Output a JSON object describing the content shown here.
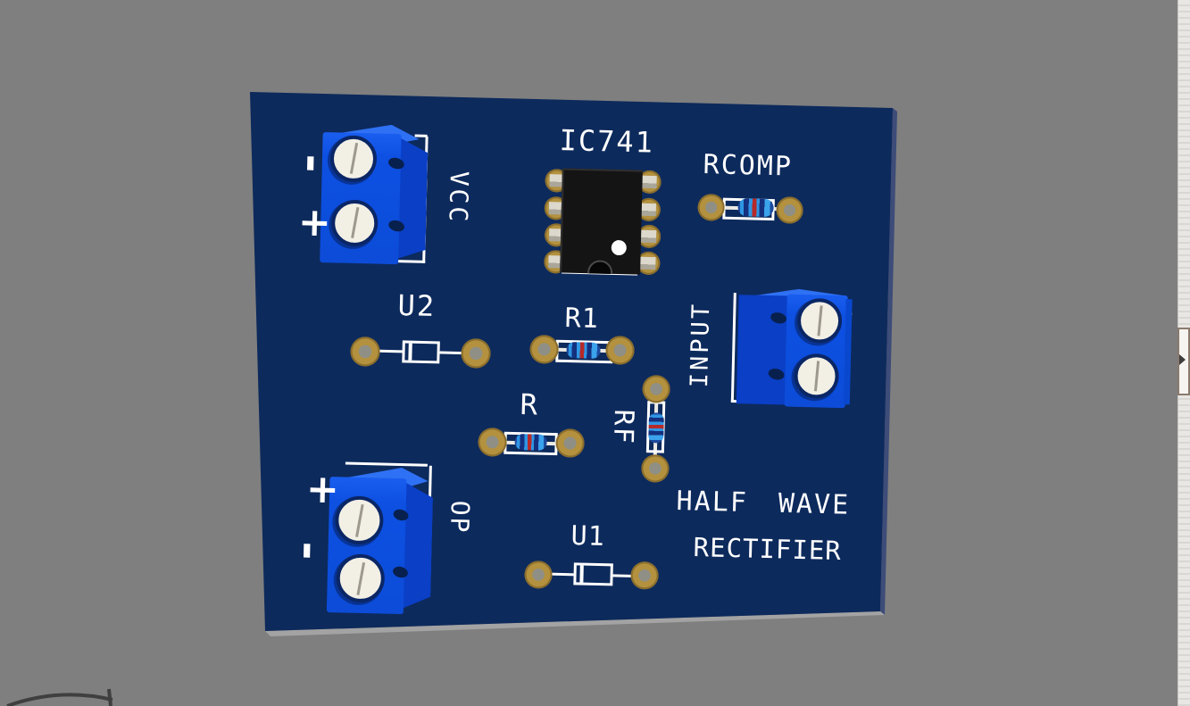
{
  "viewport": {
    "background_color": "#7f7f7f"
  },
  "board": {
    "color": "#0d2a5c",
    "silkscreen_color": "#ffffff",
    "pad_color": "#b3913e",
    "terminal_color": "#0d51e6",
    "resistor_body_color": "#2f96e4",
    "title_line1": "HALF WAVE",
    "title_line2": "RECTIFIER",
    "components": {
      "vcc": {
        "label": "VCC",
        "top_sign": "-",
        "bottom_sign": "+"
      },
      "ic741": {
        "label": "IC741"
      },
      "rcomp": {
        "label": "RCOMP"
      },
      "u2": {
        "label": "U2"
      },
      "r1": {
        "label": "R1"
      },
      "input": {
        "label": "INPUT"
      },
      "r": {
        "label": "R"
      },
      "rf": {
        "label": "RF"
      },
      "op": {
        "label": "OP",
        "top_sign": "+",
        "bottom_sign": "-"
      },
      "u1": {
        "label": "U1"
      }
    }
  }
}
